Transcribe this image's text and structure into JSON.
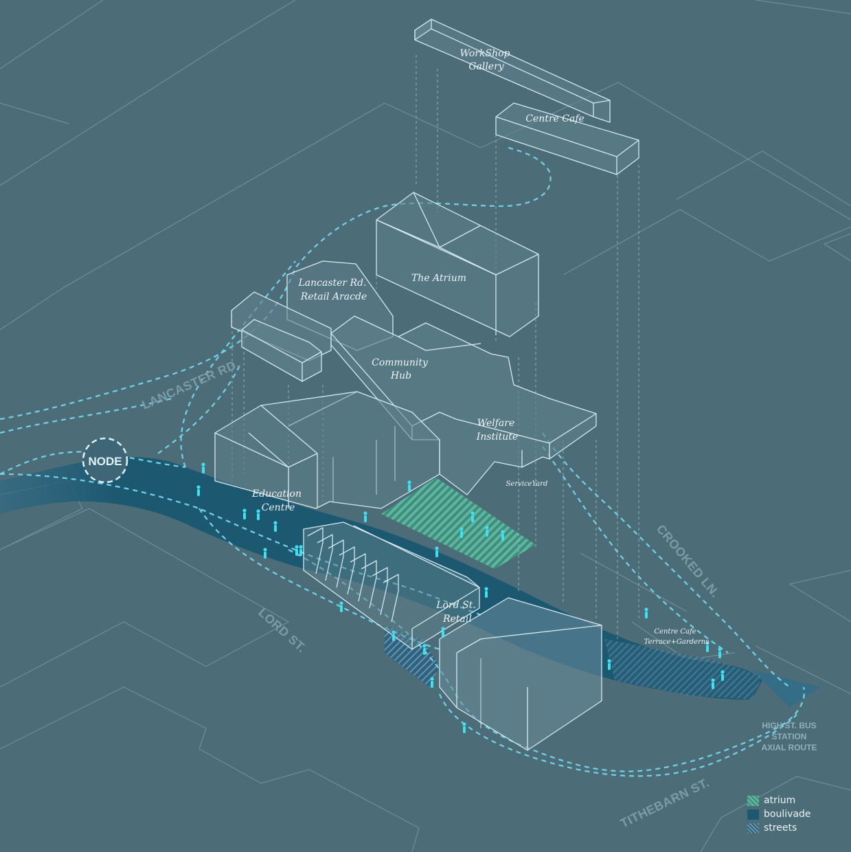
{
  "streets": {
    "lancaster": "LANCASTER RD.",
    "crooked": "CROOKED LN.",
    "lord": "LORD ST.",
    "tithebarn": "TITHEBARN ST."
  },
  "node": "NODE",
  "bus_route": [
    "HIGH ST. BUS",
    "STATION",
    "AXIAL ROUTE"
  ],
  "buildings": {
    "workshop": [
      "WorkShop",
      "Gallery"
    ],
    "cafe": "Centre Cafe",
    "atrium": "The Atrium",
    "lancaster_arcade": [
      "Lancaster Rd.",
      "Retail Aracde"
    ],
    "community": [
      "Community",
      "Hub"
    ],
    "welfare": [
      "Welfare",
      "Institute"
    ],
    "service_yard": "ServiceYard",
    "education": [
      "Education",
      "Centre"
    ],
    "lord_retail": [
      "Lord St.",
      "Retail"
    ],
    "terrace": [
      "Centre Cafe",
      "Terrace+Garderns"
    ]
  },
  "legend": [
    {
      "label": "atrium",
      "color": "#5fb79b"
    },
    {
      "label": "boulivade",
      "color": "#1d5871"
    },
    {
      "label": "streets",
      "color": "#6b92a8"
    }
  ],
  "colors": {
    "background": "#4c6d78",
    "building_line": "#cfe6ec",
    "path": "#6fd0e6",
    "people": "#3fe0f0"
  }
}
